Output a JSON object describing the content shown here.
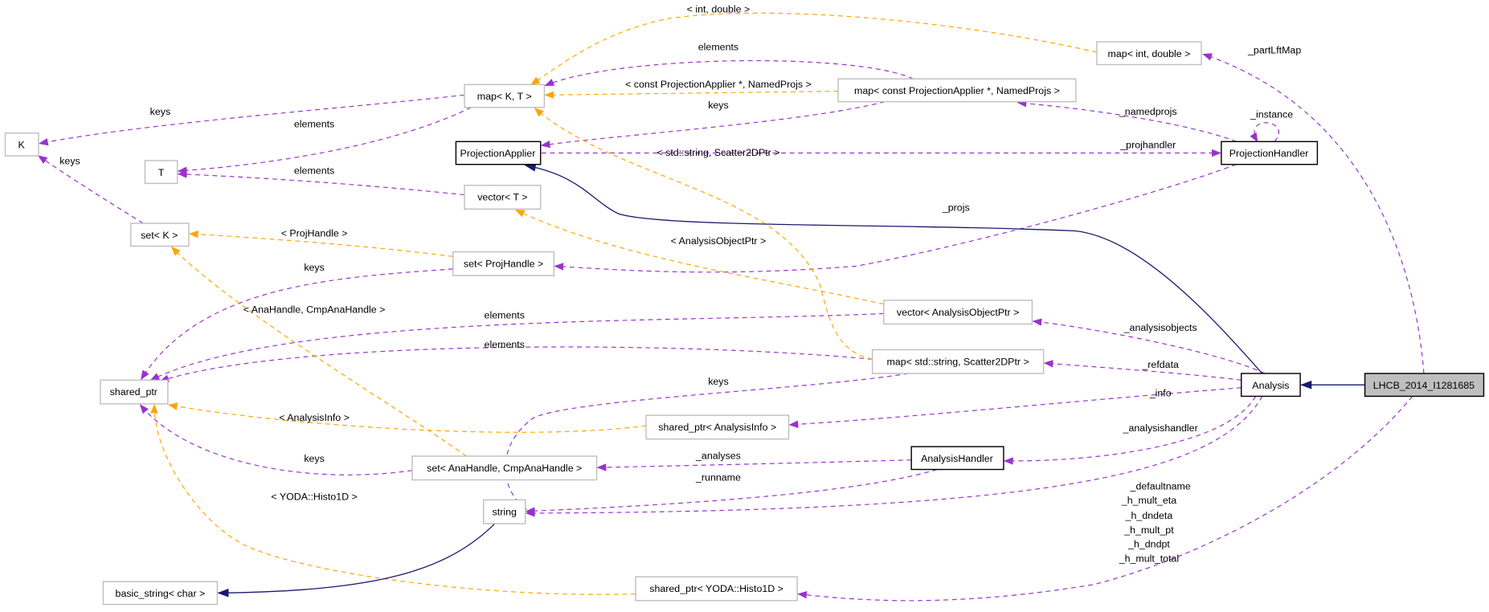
{
  "nodes": {
    "map_int_double": "map< int, double >",
    "map_k_t": "map< K, T >",
    "map_pa_np": "map< const ProjectionApplier *, NamedProjs >",
    "k": "K",
    "t": "T",
    "projection_applier": "ProjectionApplier",
    "projection_handler": "ProjectionHandler",
    "vector_t": "vector< T >",
    "set_k": "set< K >",
    "set_projhandle": "set< ProjHandle >",
    "vector_aop": "vector< AnalysisObjectPtr >",
    "shared_ptr": "shared_ptr",
    "map_string_s2d": "map< std::string, Scatter2DPtr >",
    "analysis": "Analysis",
    "lhcb": "LHCB_2014_I1281685",
    "shared_ptr_info": "shared_ptr< AnalysisInfo >",
    "analysis_handler": "AnalysisHandler",
    "set_anahandle": "set< AnaHandle, CmpAnaHandle >",
    "string": "string",
    "basic_string": "basic_string< char >",
    "shared_ptr_histo": "shared_ptr< YODA::Histo1D >"
  },
  "labels": {
    "int_double": "< int, double >",
    "elements_map": "elements",
    "pa_np": "< const ProjectionApplier *, NamedProjs >",
    "keys_pa": "keys",
    "part_lft_map": "_partLftMap",
    "keys_k": "keys",
    "elements_t1": "elements",
    "namedprojs": "_namedprojs",
    "instance": "_instance",
    "string_s2d": "< std::string, Scatter2DPtr >",
    "projhandler": "_projhandler",
    "keys_setk": "keys",
    "elements_t2": "elements",
    "projs": "_projs",
    "projhandle": "< ProjHandle >",
    "aop": "< AnalysisObjectPtr >",
    "keys_sp1": "keys",
    "anahandle": "< AnaHandle, CmpAnaHandle >",
    "elements_sp1": "elements",
    "elements_sp2": "elements",
    "analysisobjects": "_analysisobjects",
    "refdata": "_refdata",
    "keys_string": "keys",
    "info": "_info",
    "analysisinfo": "< AnalysisInfo >",
    "analysishandler": "_analysishandler",
    "keys_sp2": "keys",
    "analyses": "_analyses",
    "runname": "_runname",
    "defaultname": "_defaultname",
    "histo1d": "< YODA::Histo1D >",
    "histos": [
      "_h_mult_eta",
      "_h_dndeta",
      "_h_mult_pt",
      "_h_dndpt",
      "_h_mult_total"
    ]
  },
  "colors": {
    "member": "#9a32cd",
    "template": "#ffa500",
    "inheritance": "#191970"
  }
}
